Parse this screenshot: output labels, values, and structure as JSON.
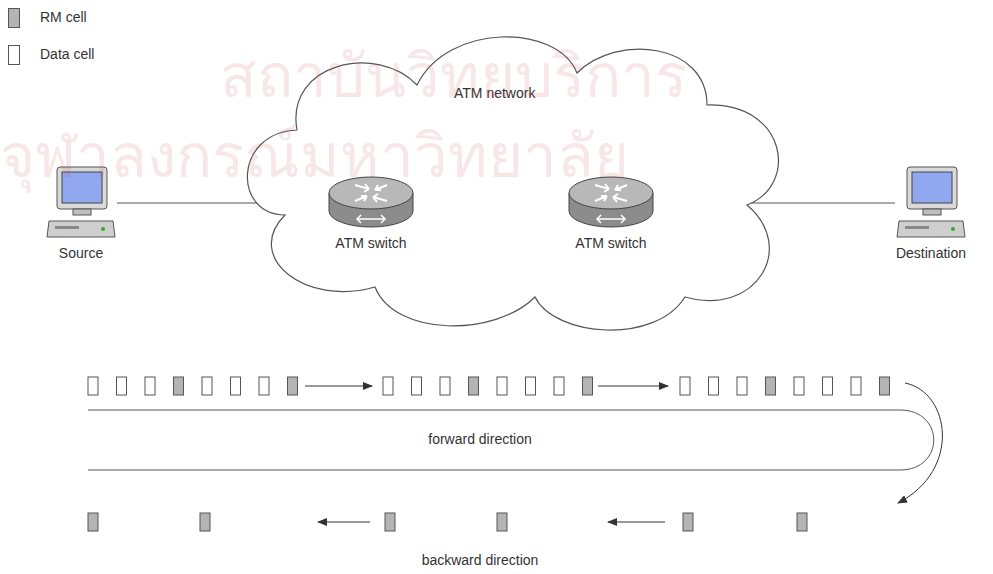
{
  "diagram": {
    "nodes": [
      {
        "text": [
          "Source"
        ]
      },
      {
        "text": [
          "ATM network"
        ]
      },
      {
        "text": [
          "ATM switch"
        ],
        "in": 1
      },
      {
        "text": [
          "ATM switch"
        ],
        "in": 1
      },
      {
        "text": [
          "Destination"
        ]
      }
    ],
    "edges": [
      {
        "from": 0,
        "to": 2,
        "arrow": "none"
      },
      {
        "from": 2,
        "to": 3,
        "arrow": "none"
      },
      {
        "from": 3,
        "to": 4,
        "arrow": "none"
      }
    ],
    "labels": [
      "forward direction",
      "backward direction",
      "สถาบันวิทยบริการ",
      "จุฬาลงกรณ์มหาวิทยาลัย"
    ],
    "legend": [
      {
        "text": "RM cell",
        "color": "#b4b4b4"
      },
      {
        "text": "Data cell",
        "color": "#ffffff"
      }
    ]
  }
}
